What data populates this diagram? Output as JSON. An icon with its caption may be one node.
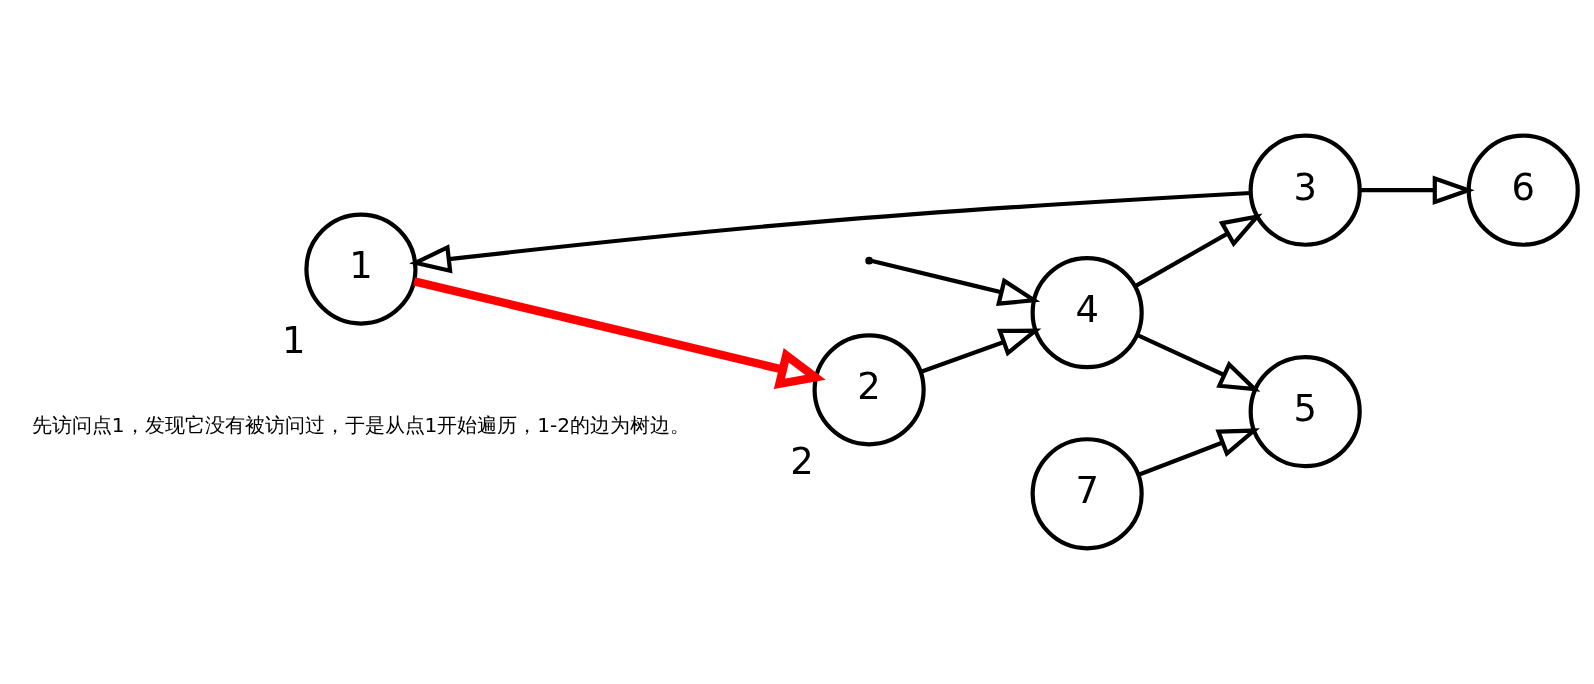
{
  "diagram": {
    "nodes": [
      {
        "text": [
          "1"
        ],
        "beside": [
          "1"
        ]
      },
      {
        "text": [
          "3"
        ]
      },
      {
        "text": [
          "6"
        ]
      },
      {
        "text": [
          "4"
        ]
      },
      {
        "text": [
          "2"
        ],
        "beside": [
          "2"
        ]
      },
      {
        "text": [
          "7"
        ]
      },
      {
        "text": [
          "5"
        ]
      }
    ],
    "edges": [
      {
        "from": 1,
        "to": 0,
        "arrow": "to"
      },
      {
        "from": 1,
        "to": 2,
        "arrow": "to"
      },
      {
        "from": 3,
        "to": 1,
        "arrow": "to"
      },
      {
        "from": 0,
        "to": 4,
        "arrow": "to",
        "style": "thick",
        "color": "#ff0000"
      },
      {
        "from": 4,
        "to": 3,
        "arrow": "to"
      },
      {
        "from": null,
        "to": 3,
        "arrow": "to"
      },
      {
        "from": 3,
        "to": 6,
        "arrow": "to"
      },
      {
        "from": 5,
        "to": 6,
        "arrow": "to"
      }
    ],
    "labels": [
      "先访问点1，发现它没有被访问过，于是从点1开始遍历，1-2的边为树边。"
    ]
  }
}
